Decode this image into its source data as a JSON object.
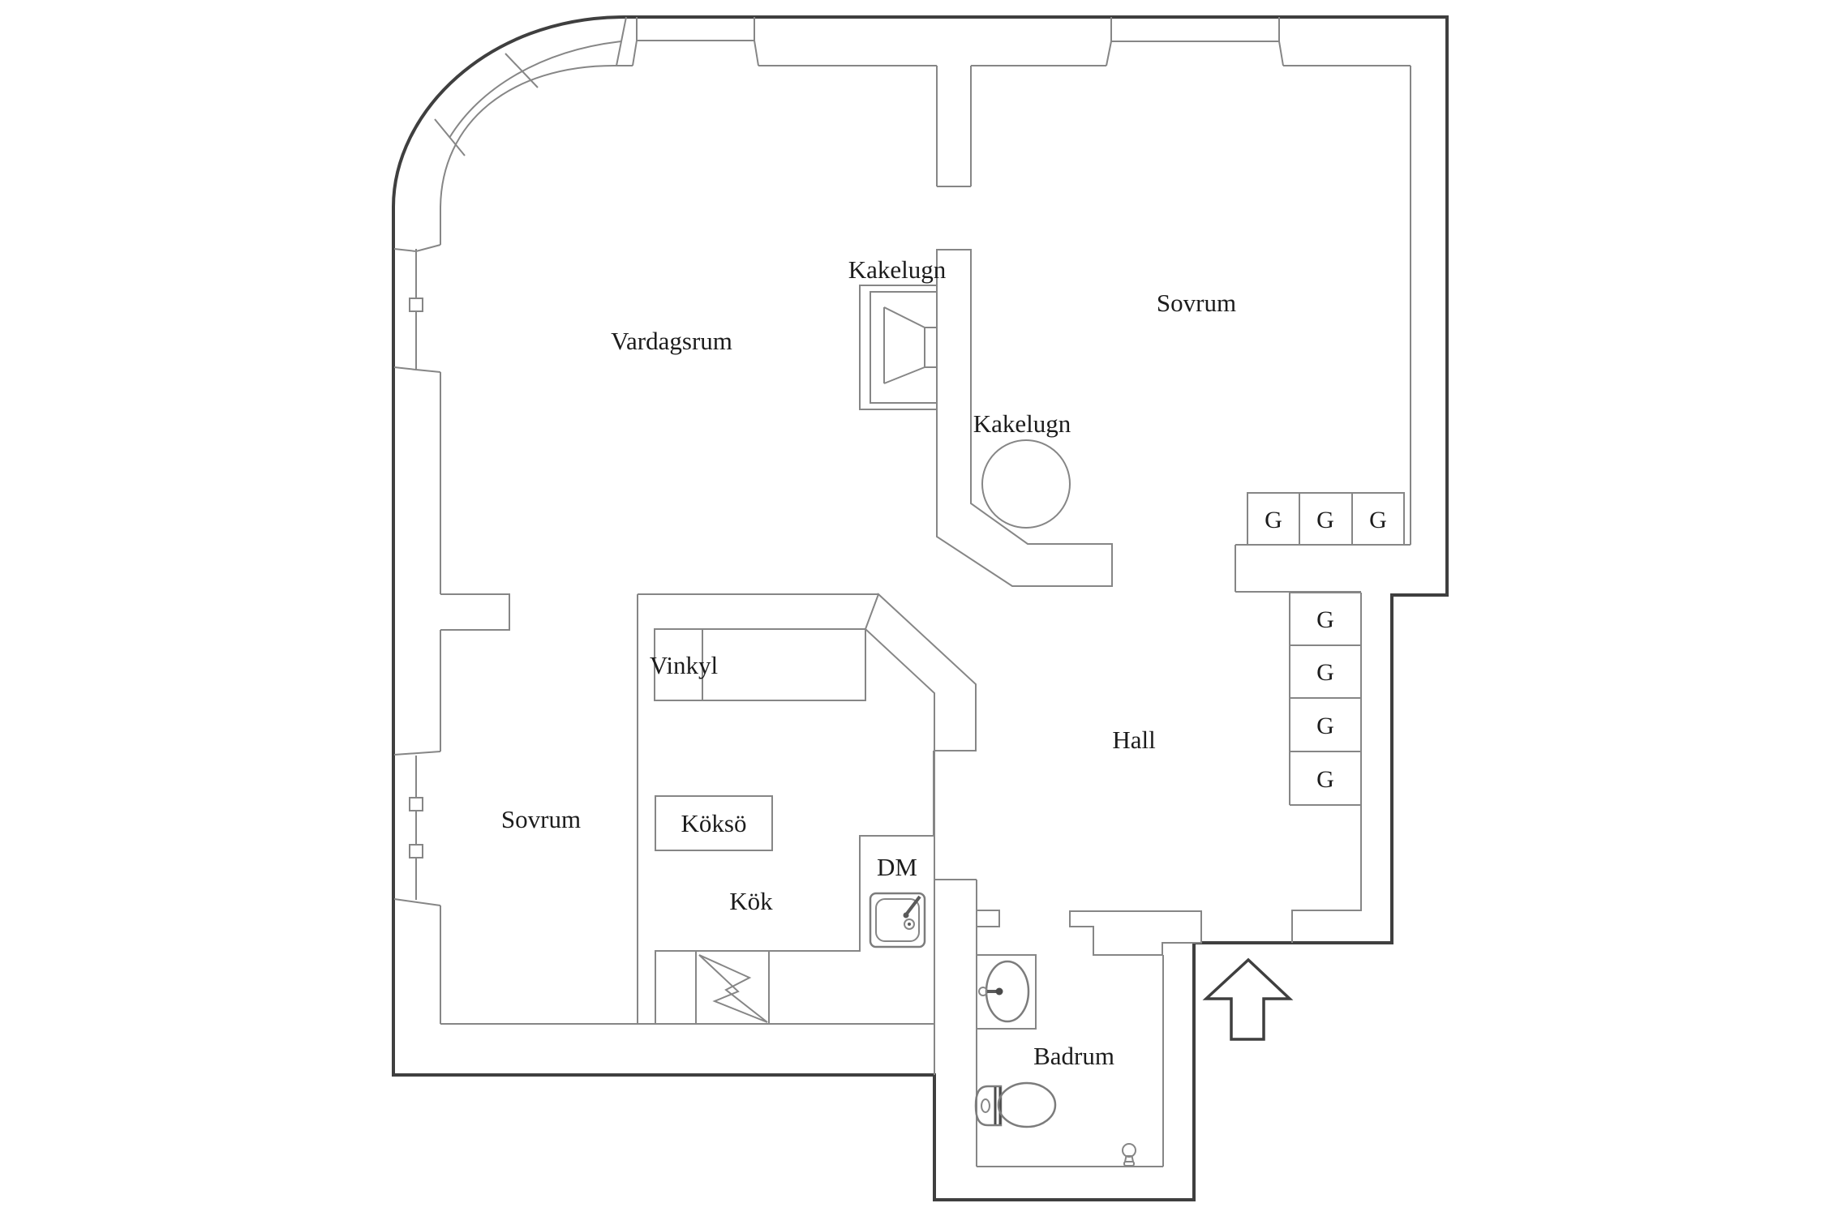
{
  "plan": {
    "type": "apartment-floor-plan",
    "rooms": {
      "vardagsrum": "Vardagsrum",
      "sovrum_top": "Sovrum",
      "sovrum_left": "Sovrum",
      "hall": "Hall",
      "kok": "Kök",
      "badrum": "Badrum"
    },
    "features": {
      "kakelugn_top": "Kakelugn",
      "kakelugn_round": "Kakelugn",
      "vinkyl": "Vinkyl",
      "kokso": "Köksö",
      "dishwasher_label": "DM",
      "wardrobe_label": "G"
    },
    "icons": [
      "entrance-arrow-icon",
      "tiled-stove-fireplace-icon",
      "round-tiled-stove-icon",
      "kitchen-sink-icon",
      "electric-stove-lightning-icon",
      "bathroom-sink-icon",
      "toilet-icon",
      "floor-drain-icon",
      "window-handle-icon"
    ],
    "colors": {
      "background": "#ffffff",
      "outer_wall": "#3f3f3f",
      "thin_line": "#868686",
      "label_text": "#1c1c1c"
    }
  }
}
